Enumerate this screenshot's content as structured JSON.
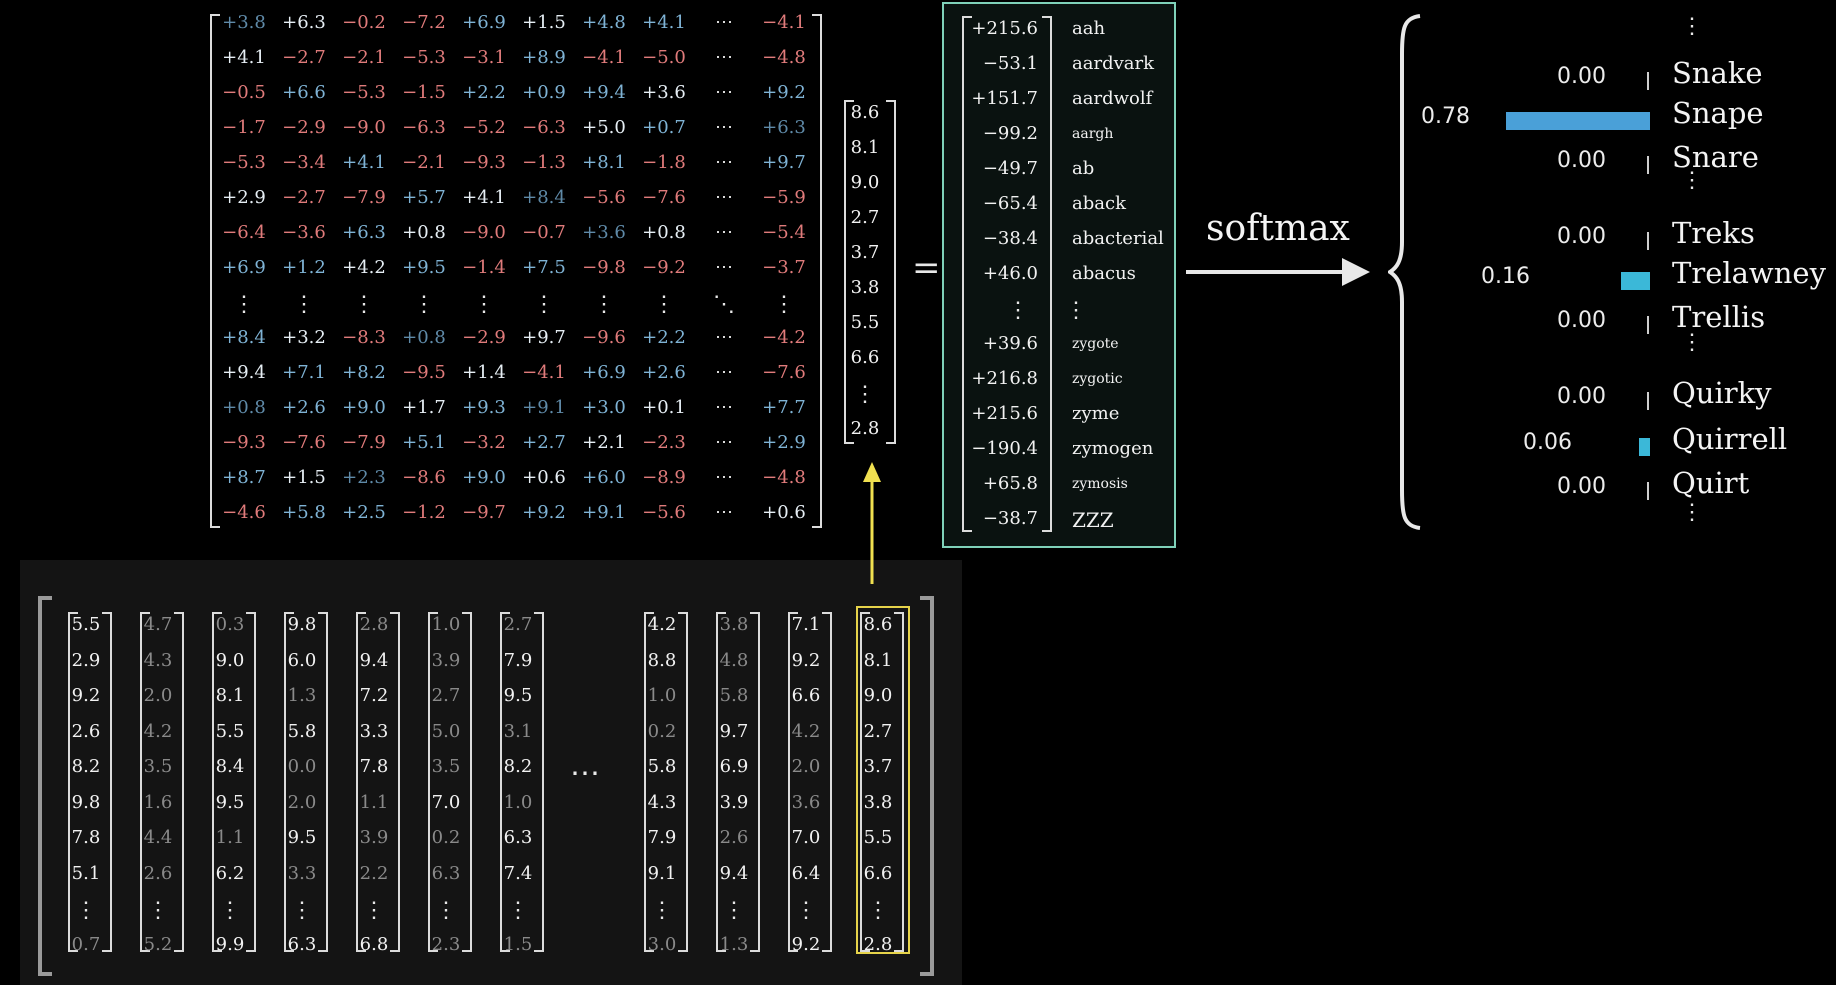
{
  "colors": {
    "positive": "#7fb3d5",
    "negative": "#e07b7b",
    "logits_border": "#7fd1b9",
    "highlight_border": "#e6d34a",
    "arrow_yellow": "#f0e050",
    "bar_blue": "#4aa0d8",
    "bar_cyan": "#3bb8d8"
  },
  "matrix": {
    "rows": [
      [
        "+3.8",
        "+6.3",
        "−0.2",
        "−7.2",
        "+6.9",
        "+1.5",
        "+4.8",
        "+4.1",
        "−4.1"
      ],
      [
        "+4.1",
        "−2.7",
        "−2.1",
        "−5.3",
        "−3.1",
        "+8.9",
        "−4.1",
        "−5.0",
        "−4.8"
      ],
      [
        "−0.5",
        "+6.6",
        "−5.3",
        "−1.5",
        "+2.2",
        "+0.9",
        "+9.4",
        "+3.6",
        "+9.2"
      ],
      [
        "−1.7",
        "−2.9",
        "−9.0",
        "−6.3",
        "−5.2",
        "−6.3",
        "+5.0",
        "+0.7",
        "+6.3"
      ],
      [
        "−5.3",
        "−3.4",
        "+4.1",
        "−2.1",
        "−9.3",
        "−1.3",
        "+8.1",
        "−1.8",
        "+9.7"
      ],
      [
        "+2.9",
        "−2.7",
        "−7.9",
        "+5.7",
        "+4.1",
        "+8.4",
        "−5.6",
        "−7.6",
        "−5.9"
      ],
      [
        "−6.4",
        "−3.6",
        "+6.3",
        "+0.8",
        "−9.0",
        "−0.7",
        "+3.6",
        "+0.8",
        "−5.4"
      ],
      [
        "+6.9",
        "+1.2",
        "+4.2",
        "+9.5",
        "−1.4",
        "+7.5",
        "−9.8",
        "−9.2",
        "−3.7"
      ],
      [
        "+8.4",
        "+3.2",
        "−8.3",
        "+0.8",
        "−2.9",
        "+9.7",
        "−9.6",
        "+2.2",
        "−4.2"
      ],
      [
        "+9.4",
        "+7.1",
        "+8.2",
        "−9.5",
        "+1.4",
        "−4.1",
        "+6.9",
        "+2.6",
        "−7.6"
      ],
      [
        "+0.8",
        "+2.6",
        "+9.0",
        "+1.7",
        "+9.3",
        "+9.1",
        "+3.0",
        "+0.1",
        "+7.7"
      ],
      [
        "−9.3",
        "−7.6",
        "−7.9",
        "+5.1",
        "−3.2",
        "+2.7",
        "+2.1",
        "−2.3",
        "+2.9"
      ],
      [
        "+8.7",
        "+1.5",
        "+2.3",
        "−8.6",
        "+9.0",
        "+0.6",
        "+6.0",
        "−8.9",
        "−4.8"
      ],
      [
        "−4.6",
        "+5.8",
        "+2.5",
        "−1.2",
        "−9.7",
        "+9.2",
        "+9.1",
        "−5.6",
        "+0.6"
      ]
    ],
    "ellipsis": "⋯",
    "vdots": "⋮",
    "ddots": "⋱"
  },
  "vector": [
    "8.6",
    "8.1",
    "9.0",
    "2.7",
    "3.7",
    "3.8",
    "5.5",
    "6.6",
    "2.8"
  ],
  "equals": "=",
  "logits": {
    "values": [
      "+215.6",
      "−53.1",
      "+151.7",
      "−99.2",
      "−49.7",
      "−65.4",
      "−38.4",
      "+46.0",
      "+39.6",
      "+216.8",
      "+215.6",
      "−190.4",
      "+65.8",
      "−38.7"
    ],
    "words": [
      "aah",
      "aardvark",
      "aardwolf",
      "aargh",
      "ab",
      "aback",
      "abacterial",
      "abacus",
      "zygote",
      "zygotic",
      "zyme",
      "zymogen",
      "zymosis",
      "ZZZ"
    ]
  },
  "softmax_label": "softmax",
  "probs": [
    {
      "value": "0.00",
      "word": "Snake",
      "p": 0.0
    },
    {
      "value": "0.78",
      "word": "Snape",
      "p": 0.78
    },
    {
      "value": "0.00",
      "word": "Snare",
      "p": 0.0
    },
    {
      "value": "0.00",
      "word": "Treks",
      "p": 0.0
    },
    {
      "value": "0.16",
      "word": "Trelawney",
      "p": 0.16
    },
    {
      "value": "0.00",
      "word": "Trellis",
      "p": 0.0
    },
    {
      "value": "0.00",
      "word": "Quirky",
      "p": 0.0
    },
    {
      "value": "0.06",
      "word": "Quirrell",
      "p": 0.06
    },
    {
      "value": "0.00",
      "word": "Quirt",
      "p": 0.0
    }
  ],
  "embeddings": {
    "columns": [
      [
        "5.5",
        "2.9",
        "9.2",
        "2.6",
        "8.2",
        "9.8",
        "7.8",
        "5.1",
        "0.7"
      ],
      [
        "4.7",
        "4.3",
        "2.0",
        "4.2",
        "3.5",
        "1.6",
        "4.4",
        "2.6",
        "5.2"
      ],
      [
        "0.3",
        "9.0",
        "8.1",
        "5.5",
        "8.4",
        "9.5",
        "1.1",
        "6.2",
        "9.9"
      ],
      [
        "9.8",
        "6.0",
        "1.3",
        "5.8",
        "0.0",
        "2.0",
        "9.5",
        "3.3",
        "6.3"
      ],
      [
        "2.8",
        "9.4",
        "7.2",
        "3.3",
        "7.8",
        "1.1",
        "3.9",
        "2.2",
        "6.8"
      ],
      [
        "1.0",
        "3.9",
        "2.7",
        "5.0",
        "3.5",
        "7.0",
        "0.2",
        "6.3",
        "2.3"
      ],
      [
        "2.7",
        "7.9",
        "9.5",
        "3.1",
        "8.2",
        "1.0",
        "6.3",
        "7.4",
        "1.5"
      ],
      [
        "4.2",
        "8.8",
        "1.0",
        "0.2",
        "5.8",
        "4.3",
        "7.9",
        "9.1",
        "3.0"
      ],
      [
        "3.8",
        "4.8",
        "5.8",
        "9.7",
        "6.9",
        "3.9",
        "2.6",
        "9.4",
        "1.3"
      ],
      [
        "7.1",
        "9.2",
        "6.6",
        "4.2",
        "2.0",
        "3.6",
        "7.0",
        "6.4",
        "9.2"
      ],
      [
        "8.6",
        "8.1",
        "9.0",
        "2.7",
        "3.7",
        "3.8",
        "5.5",
        "6.6",
        "2.8"
      ]
    ],
    "ellipsis": "⋯"
  }
}
